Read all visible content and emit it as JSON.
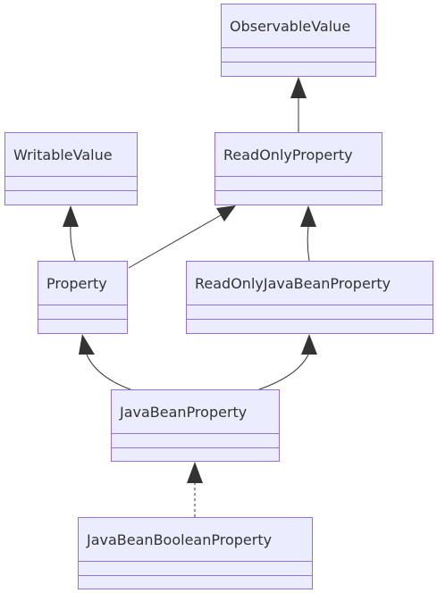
{
  "diagram": {
    "type": "class-diagram",
    "colors": {
      "box_fill": "#ececff",
      "box_border": "#9370db",
      "text": "#333333",
      "edge": "#333333"
    },
    "classes": [
      {
        "id": "observable_value",
        "name": "ObservableValue"
      },
      {
        "id": "writable_value",
        "name": "WritableValue"
      },
      {
        "id": "read_only_property",
        "name": "ReadOnlyProperty"
      },
      {
        "id": "property",
        "name": "Property"
      },
      {
        "id": "read_only_java_bean_property",
        "name": "ReadOnlyJavaBeanProperty"
      },
      {
        "id": "java_bean_property",
        "name": "JavaBeanProperty"
      },
      {
        "id": "java_bean_boolean_property",
        "name": "JavaBeanBooleanProperty"
      }
    ],
    "relations": [
      {
        "from": "read_only_property",
        "to": "observable_value",
        "kind": "inheritance"
      },
      {
        "from": "property",
        "to": "writable_value",
        "kind": "inheritance"
      },
      {
        "from": "property",
        "to": "read_only_property",
        "kind": "inheritance"
      },
      {
        "from": "read_only_java_bean_property",
        "to": "read_only_property",
        "kind": "inheritance"
      },
      {
        "from": "java_bean_property",
        "to": "property",
        "kind": "inheritance"
      },
      {
        "from": "java_bean_property",
        "to": "read_only_java_bean_property",
        "kind": "inheritance"
      },
      {
        "from": "java_bean_boolean_property",
        "to": "java_bean_property",
        "kind": "realization"
      }
    ]
  }
}
